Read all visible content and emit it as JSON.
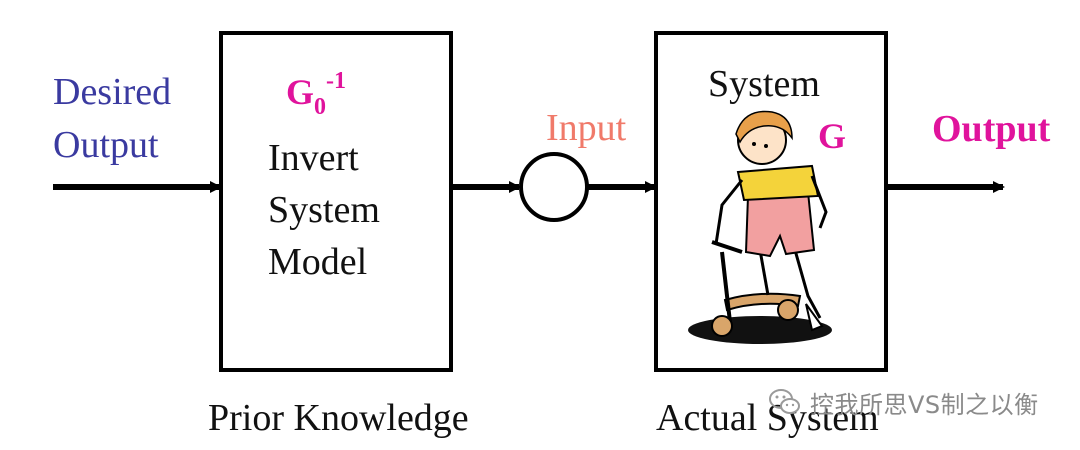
{
  "input_side": {
    "desired_line1": "Desired",
    "desired_line2": "Output",
    "color": "#3a3aa0"
  },
  "prior_block": {
    "gain_base": "G",
    "gain_sub": "0",
    "gain_sup": "-1",
    "gain_color": "#e0139c",
    "line1": "Invert",
    "line2": "System",
    "line3": "Model",
    "caption": "Prior Knowledge"
  },
  "junction": {
    "label": "Input",
    "color": "#f07a6a"
  },
  "system_block": {
    "title": "System",
    "gain": "G",
    "gain_color": "#e0139c",
    "caption": "Actual System",
    "illustration": "child-on-scooter"
  },
  "output_side": {
    "label": "Output",
    "color": "#e0139c"
  },
  "watermark": {
    "icon": "wechat-icon",
    "text": "控我所思VS制之以衡"
  }
}
